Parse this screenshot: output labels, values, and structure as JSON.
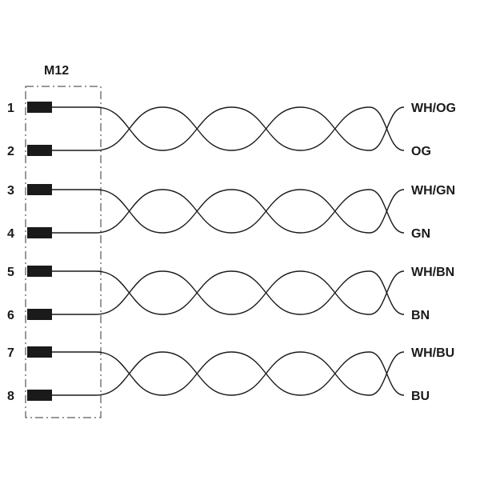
{
  "connector": {
    "label": "M12"
  },
  "colors": {
    "ink": "#1a1a1a",
    "frame": "#333333",
    "background": "#ffffff"
  },
  "pairs": [
    {
      "pins": [
        "1",
        "2"
      ],
      "wires": [
        "WH/OG",
        "OG"
      ]
    },
    {
      "pins": [
        "3",
        "4"
      ],
      "wires": [
        "WH/GN",
        "GN"
      ]
    },
    {
      "pins": [
        "5",
        "6"
      ],
      "wires": [
        "WH/BN",
        "BN"
      ]
    },
    {
      "pins": [
        "7",
        "8"
      ],
      "wires": [
        "WH/BU",
        "BU"
      ]
    }
  ],
  "twists_per_pair": 4
}
